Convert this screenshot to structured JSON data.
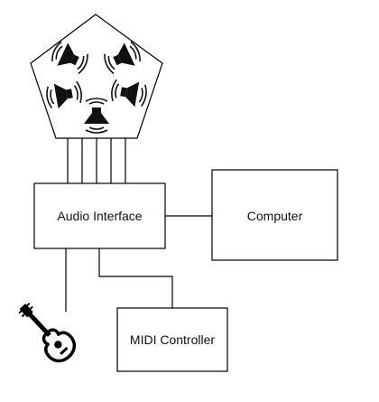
{
  "nodes": {
    "audio_interface": {
      "label": "Audio Interface"
    },
    "computer": {
      "label": "Computer"
    },
    "midi_controller": {
      "label": "MIDI Controller"
    }
  },
  "speaker_array": {
    "speaker_count": 5,
    "shape": "pentagon"
  },
  "icons": {
    "speaker": "speaker-icon",
    "guitar": "acoustic-guitar-icon"
  },
  "colors": {
    "stroke": "#000000",
    "background": "#ffffff"
  }
}
